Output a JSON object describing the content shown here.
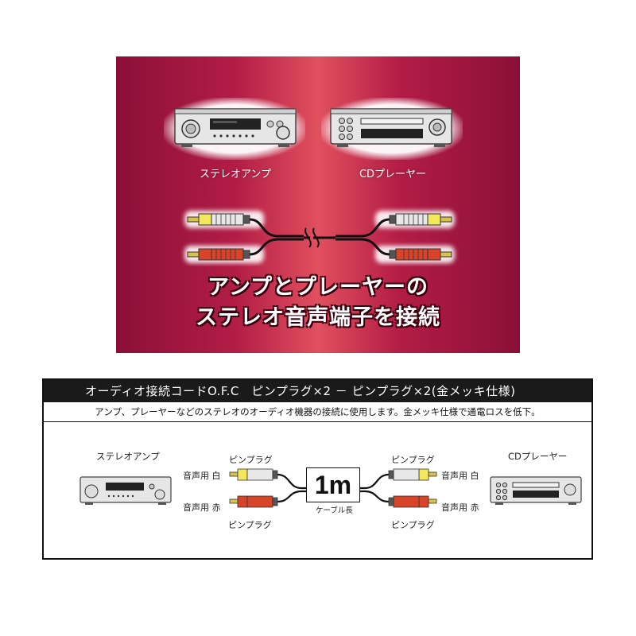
{
  "banner": {
    "amp_label": "ステレオアンプ",
    "cd_label": "CDプレーヤー",
    "headline_line1": "アンプとプレーヤーの",
    "headline_line2": "ステレオ音声端子を接続"
  },
  "spec": {
    "title": "オーディオ接続コードO.F.C　ピンプラグ×2 － ピンプラグ×2(金メッキ仕様)",
    "description": "アンプ、プレーヤーなどのステレオのオーディオ機器の接続に使用します。金メッキ仕様で通電ロスを低下。",
    "left_device": "ステレオアンプ",
    "right_device": "CDプレーヤー",
    "pin_plug": "ピンプラグ",
    "audio_white": "音声用 白",
    "audio_red": "音声用 赤",
    "cable_length": "1m",
    "cable_length_label": "ケーブル長"
  },
  "colors": {
    "banner_dark": "#8a0f38",
    "banner_light": "#e0505e",
    "plug_white": "#f2e85a",
    "plug_red": "#d8442a",
    "title_bar": "#1a1a1a"
  }
}
